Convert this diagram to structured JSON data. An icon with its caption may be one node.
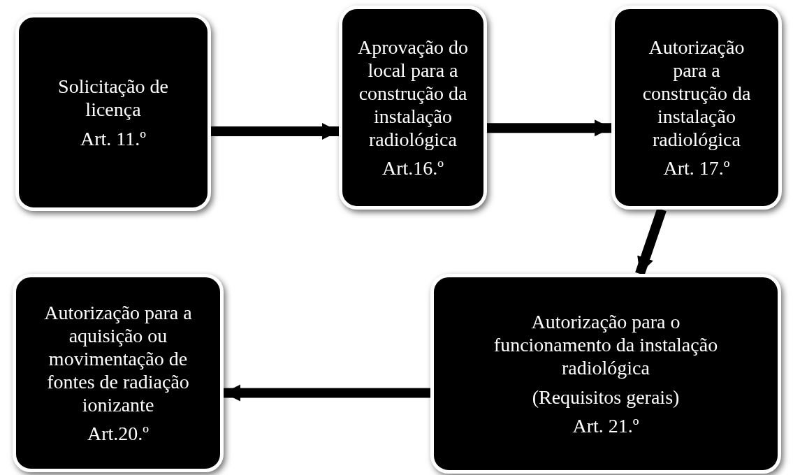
{
  "diagram": {
    "nodes": [
      {
        "text": [
          "Solicitação de licença",
          "Art. 11.º"
        ]
      },
      {
        "text": [
          "Aprovação do local para a construção da instalação radiológica",
          "Art.16.º"
        ]
      },
      {
        "text": [
          "Autorização para a construção da instalação radiológica",
          "Art. 17.º"
        ]
      },
      {
        "text": [
          "Autorização para o funcionamento da instalação radiológica",
          "(Requisitos gerais)",
          "Art. 21.º"
        ]
      },
      {
        "text": [
          "Autorização para a aquisição ou movimentação de fontes de radiação ionizante",
          "Art.20.º"
        ]
      }
    ],
    "edges": [
      {
        "from": 0,
        "to": 1,
        "arrow": "to"
      },
      {
        "from": 1,
        "to": 2,
        "arrow": "to"
      },
      {
        "from": 2,
        "to": 3,
        "arrow": "to"
      },
      {
        "from": 3,
        "to": 4,
        "arrow": "to"
      }
    ]
  }
}
